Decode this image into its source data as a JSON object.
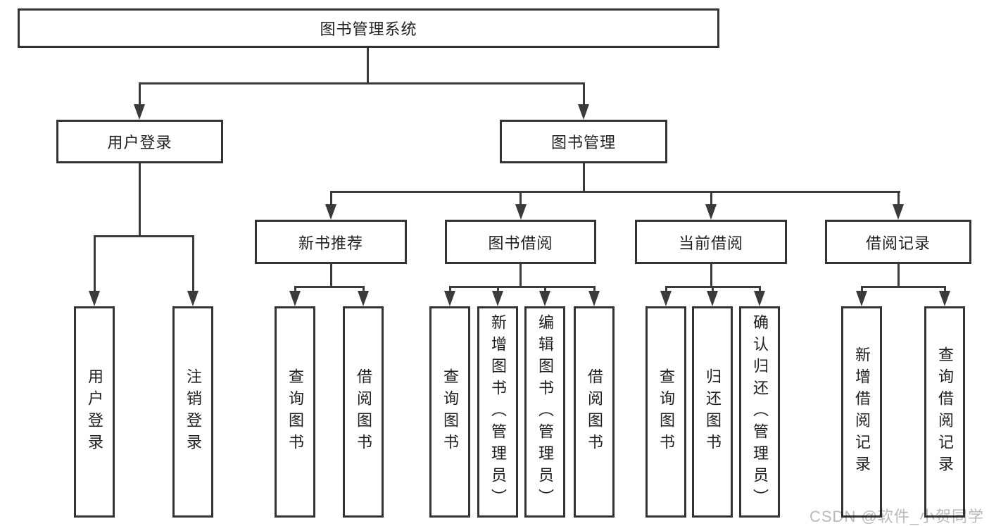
{
  "hierarchy": {
    "label": "图书管理系统",
    "children": [
      {
        "label": "用户登录",
        "children": [
          {
            "label": "用户登录"
          },
          {
            "label": "注销登录"
          }
        ]
      },
      {
        "label": "图书管理",
        "children": [
          {
            "label": "新书推荐",
            "children": [
              {
                "label": "查询图书"
              },
              {
                "label": "借阅图书"
              }
            ]
          },
          {
            "label": "图书借阅",
            "children": [
              {
                "label": "查询图书"
              },
              {
                "label": "新增图书（管理员）"
              },
              {
                "label": "编辑图书（管理员）"
              },
              {
                "label": "借阅图书"
              }
            ]
          },
          {
            "label": "当前借阅",
            "children": [
              {
                "label": "查询图书"
              },
              {
                "label": "归还图书"
              },
              {
                "label": "确认归还（管理员）"
              }
            ]
          },
          {
            "label": "借阅记录",
            "children": [
              {
                "label": "新增借阅记录"
              },
              {
                "label": "查询借阅记录"
              }
            ]
          }
        ]
      }
    ]
  },
  "watermark": {
    "text": "CSDN @软件_小贺同学"
  },
  "colors": {
    "bg": "#ffffff",
    "line": "#3a3a3a",
    "border": "#333333",
    "text": "#1f1f1f",
    "watermark": "#b9b9b9"
  }
}
